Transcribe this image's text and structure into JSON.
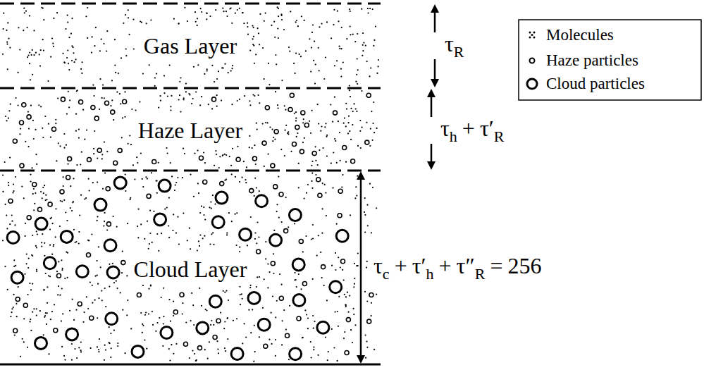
{
  "diagram": {
    "nodes": [
      {
        "text": [
          "Gas Layer"
        ]
      },
      {
        "text": [
          "Haze Layer"
        ]
      },
      {
        "text": [
          "Cloud Layer"
        ]
      }
    ],
    "labels": [
      "τ",
      "R",
      "τ",
      "h",
      "+",
      "τ′",
      "R",
      "τ",
      "c",
      "+",
      "τ′",
      "h",
      "+",
      "τ″",
      "R",
      "=",
      "256"
    ],
    "legend": [
      {
        "text": "Molecules"
      },
      {
        "text": "Haze particles"
      },
      {
        "text": "Cloud particles"
      }
    ]
  }
}
